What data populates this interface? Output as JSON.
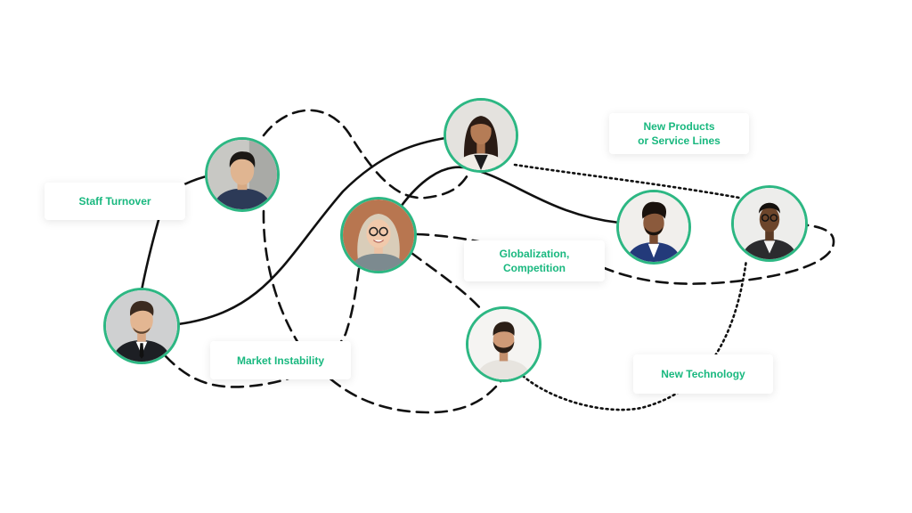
{
  "diagram": {
    "colors": {
      "accent": "#2db783",
      "label_text": "#19b87f",
      "line": "#111111"
    },
    "labels": {
      "staff_turnover": "Staff Turnover",
      "new_products": "New Products\nor Service Lines",
      "globalization": "Globalization,\nCompetition",
      "market_instability": "Market Instability",
      "new_technology": "New Technology"
    },
    "people": [
      {
        "name": "person-young-man-navy-shirt-icon"
      },
      {
        "name": "person-woman-long-hair-icon"
      },
      {
        "name": "person-woman-glasses-icon"
      },
      {
        "name": "person-man-suit-beard-icon"
      },
      {
        "name": "person-woman-blazer-glasses-icon"
      },
      {
        "name": "person-man-suit-tie-icon"
      },
      {
        "name": "person-man-beard-white-shirt-icon"
      }
    ]
  }
}
